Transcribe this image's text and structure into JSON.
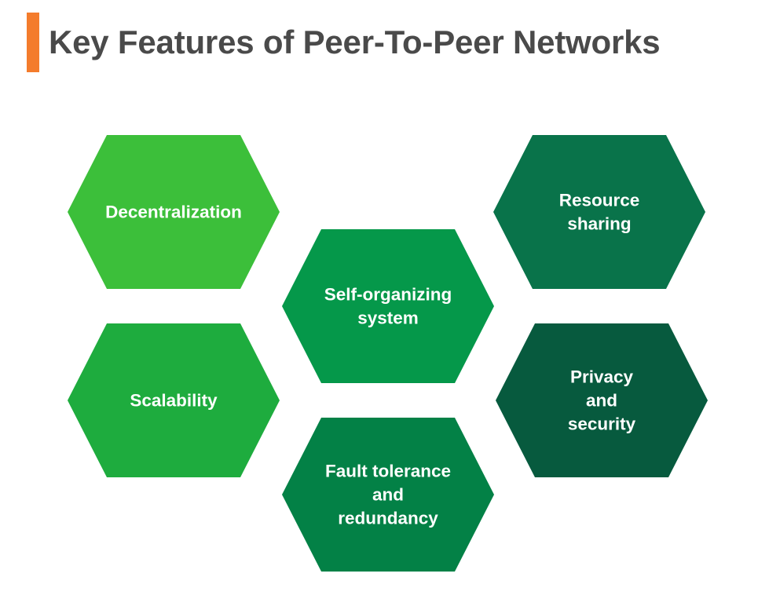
{
  "header": {
    "title": "Key Features of Peer-To-Peer Networks",
    "accent_color": "#f47c2c"
  },
  "features": [
    {
      "id": "decentralization",
      "lines": [
        "Decentralization"
      ],
      "color": "#3cbf3a"
    },
    {
      "id": "scalability",
      "lines": [
        "Scalability"
      ],
      "color": "#1eac3e"
    },
    {
      "id": "self-organizing-system",
      "lines": [
        "Self-organizing",
        "system"
      ],
      "color": "#05984a"
    },
    {
      "id": "fault-tolerance-and-redundancy",
      "lines": [
        "Fault tolerance",
        "and",
        "redundancy"
      ],
      "color": "#038146"
    },
    {
      "id": "resource-sharing",
      "lines": [
        "Resource",
        "sharing"
      ],
      "color": "#09734a"
    },
    {
      "id": "privacy-and-security",
      "lines": [
        "Privacy",
        "and",
        "security"
      ],
      "color": "#075a3e"
    }
  ]
}
